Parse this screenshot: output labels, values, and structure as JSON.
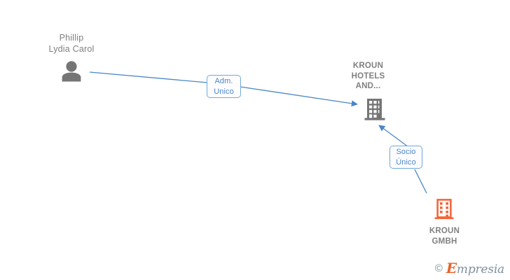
{
  "diagram": {
    "title": "Corporate relationship graph",
    "background": "#ffffff",
    "colors": {
      "edge": "#4a86c8",
      "label_border": "#6fa8dc",
      "label_text": "#4a86c8",
      "node_gray": "#757575",
      "node_orange": "#f4663a",
      "text_gray": "#808080"
    }
  },
  "nodes": {
    "person": {
      "name": "Phillip\nLydia Carol",
      "icon": "person-icon",
      "color": "#757575"
    },
    "company_main": {
      "name": "KROUN\nHOTELS\nAND...",
      "icon": "building-icon",
      "color": "#757575"
    },
    "company_owner": {
      "name": "KROUN\nGMBH",
      "icon": "building-outline-icon",
      "color": "#f4663a"
    }
  },
  "edges": [
    {
      "from": "person",
      "to": "company_main",
      "label": "Adm.\nUnico"
    },
    {
      "from": "company_owner",
      "to": "company_main",
      "label": "Socio\nÚnico"
    }
  ],
  "watermark": {
    "copyright": "©",
    "brand_initial": "E",
    "brand_rest": "mpresia"
  }
}
